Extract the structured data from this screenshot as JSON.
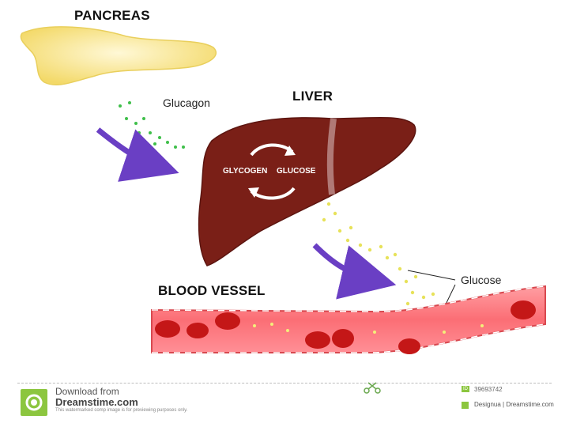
{
  "labels": {
    "pancreas": "PANCREAS",
    "liver": "LIVER",
    "blood_vessel": "BLOOD VESSEL",
    "glucagon": "Glucagon",
    "glucose": "Glucose",
    "glycogen_in_liver": "GLYCOGEN",
    "glucose_in_liver": "GLUCOSE"
  },
  "colors": {
    "pancreas": "#f7e28a",
    "liver": "#7a1f17",
    "arrow": "#6a3fc4",
    "glucagon_dot": "#3fbf4a",
    "glucose_dot": "#e7e25a",
    "vessel": "#f77a80",
    "blood_cell": "#c41717"
  },
  "footer": {
    "download_from": "Download from",
    "site": "Dreamstime.com",
    "notice": "This watermarked comp image is for previewing purposes only.",
    "id_label": "ID",
    "id_number": "39693742",
    "author": "Designua | Dreamstime.com"
  }
}
